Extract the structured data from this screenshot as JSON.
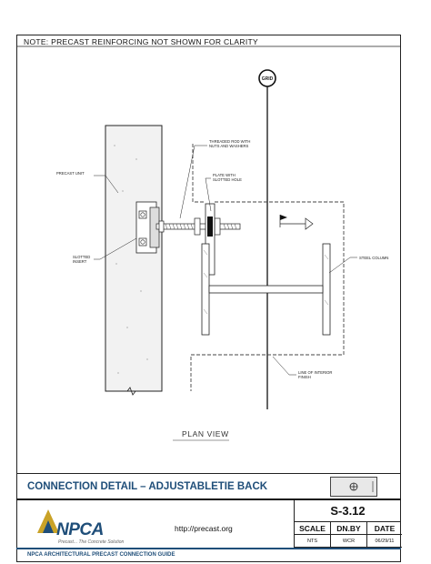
{
  "note": "NOTE: PRECAST REINFORCING NOT SHOWN FOR CLARITY",
  "grid_label": "GRID",
  "labels": {
    "threaded_rod": [
      "THREADED ROD WITH",
      "NUTS AND WASHERS"
    ],
    "plate": [
      "PLATE WITH",
      "SLOTTED HOLE"
    ],
    "precast_unit": "PRECAST UNIT",
    "slotted_insert": [
      "SLOTTED",
      "INSERT"
    ],
    "steel_column": "STEEL COLUMN",
    "interior_finish": [
      "LINE OF INTERIOR",
      "FINISH"
    ]
  },
  "view_title": "PLAN VIEW",
  "title": "CONNECTION DETAIL – ADJUSTABLETIE BACK",
  "logo": {
    "text": "NPCA",
    "tagline": "Precast... The Concrete Solution"
  },
  "url": "http://precast.org",
  "sheet_number": "S-3.12",
  "table": {
    "headers": [
      "SCALE",
      "DN.BY",
      "DATE"
    ],
    "values": [
      "NTS",
      "WCR",
      "06/29/11"
    ]
  },
  "guide_title": "NPCA ARCHITECTURAL PRECAST CONNECTION GUIDE"
}
